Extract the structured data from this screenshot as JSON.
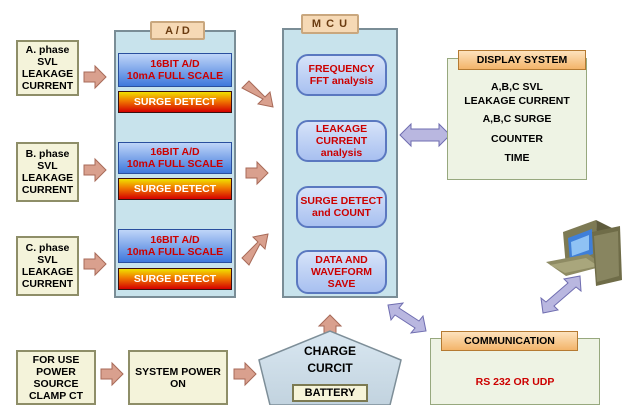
{
  "inputs": [
    {
      "label": "A. phase\nSVL\nLEAKAGE\nCURRENT"
    },
    {
      "label": "B. phase\nSVL\nLEAKAGE\nCURRENT"
    },
    {
      "label": "C. phase\nSVL\nLEAKAGE\nCURRENT"
    }
  ],
  "ad": {
    "title": "A / D",
    "converter_label": "16BIT A/D\n10mA FULL SCALE",
    "surge_label": "SURGE DETECT"
  },
  "mcu": {
    "title": "M C U",
    "blocks": [
      {
        "label": "FREQUENCY\nFFT analysis"
      },
      {
        "label": "LEAKAGE\nCURRENT\nanalysis"
      },
      {
        "label": "SURGE DETECT\nand COUNT"
      },
      {
        "label": "DATA AND\nWAVEFORM\nSAVE"
      }
    ]
  },
  "display": {
    "title": "DISPLAY SYSTEM",
    "lines": [
      "A,B,C SVL",
      "LEAKAGE CURRENT",
      "A,B,C SURGE",
      "COUNTER",
      "TIME"
    ]
  },
  "communication": {
    "title": "COMMUNICATION",
    "protocol": "RS 232 OR UDP"
  },
  "power": {
    "source_label": "FOR USE\nPOWER\nSOURCE\nCLAMP CT",
    "system_label": "SYSTEM POWER\nON",
    "charge_label": "CHARGE\nCURCIT",
    "battery_label": "BATTERY"
  },
  "colors": {
    "arrow_fill": "#d9a08e",
    "arrow_stroke": "#a86a58",
    "double_arrow_fill": "#b9b7e0",
    "panel_bg": "#c8e3ec",
    "red_text": "#cc0000"
  }
}
